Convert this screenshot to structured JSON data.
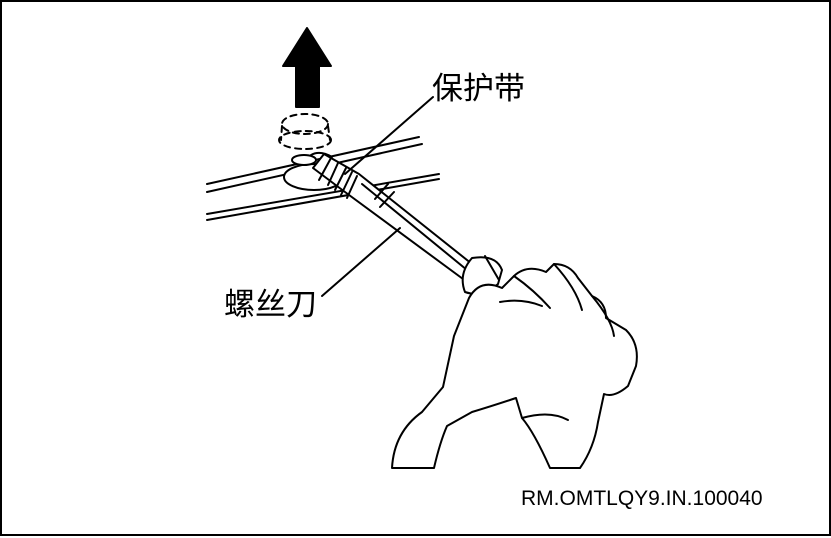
{
  "labels": {
    "protective_tape": "保护带",
    "screwdriver": "螺丝刀"
  },
  "reference_code": "RM.OMTLQY9.IN.100040",
  "icons": {
    "direction_arrow": "up-arrow-icon"
  },
  "colors": {
    "line": "#000000",
    "background": "#ffffff"
  }
}
